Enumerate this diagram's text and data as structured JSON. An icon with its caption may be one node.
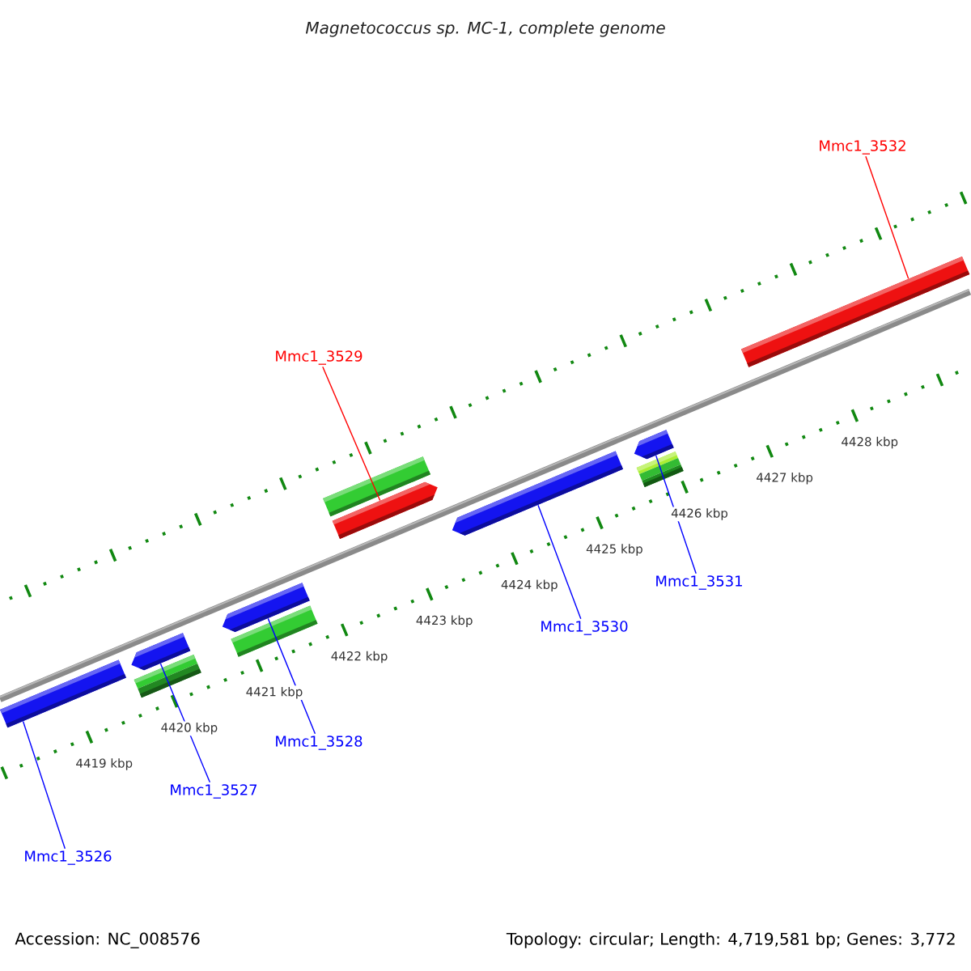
{
  "diagram": {
    "title": "Magnetococcus sp. MC-1, complete genome",
    "nodes": [
      {
        "text": [
          "Mmc1_3532"
        ]
      },
      {
        "text": [],
        "shape": "bar"
      },
      {
        "text": [
          "Mmc1_3529"
        ]
      },
      {
        "text": [],
        "shape": "bar"
      },
      {
        "text": [],
        "shape": "bar"
      },
      {
        "text": [],
        "shape": "bar"
      },
      {
        "text": [],
        "shape": "bar"
      },
      {
        "text": [],
        "shape": "bar"
      },
      {
        "text": [],
        "shape": "bar"
      },
      {
        "text": [],
        "shape": "bar"
      },
      {
        "text": [],
        "shape": "bar"
      },
      {
        "text": [],
        "shape": "bar"
      },
      {
        "text": [],
        "shape": "bar"
      },
      {
        "text": [
          "Mmc1_3531"
        ]
      },
      {
        "text": [
          "Mmc1_3530"
        ]
      },
      {
        "text": [
          "Mmc1_3528"
        ]
      },
      {
        "text": [
          "Mmc1_3527"
        ]
      },
      {
        "text": [
          "Mmc1_3526"
        ]
      }
    ],
    "edges": [
      {
        "from": 0,
        "to": 1,
        "arrow": "none",
        "color": "#ff0000"
      },
      {
        "from": 2,
        "to": 4,
        "arrow": "none",
        "color": "#ff0000"
      },
      {
        "from": 13,
        "to": 5,
        "arrow": "none"
      },
      {
        "from": 14,
        "to": 7,
        "arrow": "none"
      },
      {
        "from": 15,
        "to": 8,
        "arrow": "none"
      },
      {
        "from": 16,
        "to": 10,
        "arrow": "none"
      },
      {
        "from": 17,
        "to": 12,
        "arrow": "none"
      }
    ],
    "labels": [
      "4419 kbp",
      "4420 kbp",
      "4421 kbp",
      "4422 kbp",
      "4423 kbp",
      "4424 kbp",
      "4425 kbp",
      "4426 kbp",
      "4427 kbp",
      "4428 kbp",
      "Accession: NC_008576",
      "Topology: circular; Length: 4,719,581 bp; Genes: 3,772"
    ]
  }
}
